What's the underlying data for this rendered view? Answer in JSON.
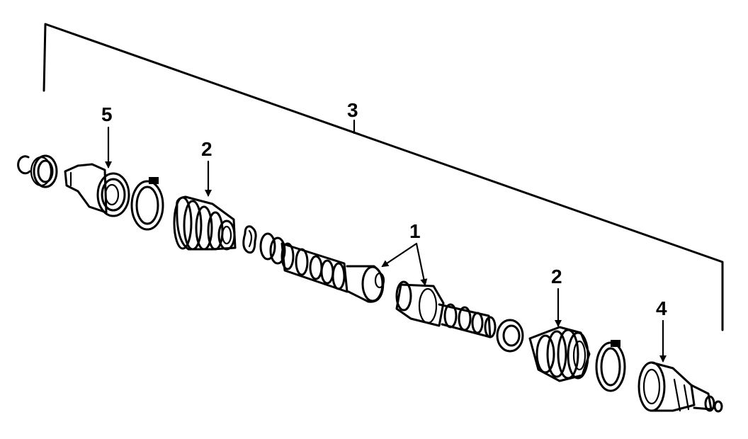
{
  "diagram": {
    "callouts": [
      {
        "id": "assembly",
        "label": "3"
      },
      {
        "id": "outer-joint-inner",
        "label": "5"
      },
      {
        "id": "boot-left",
        "label": "2"
      },
      {
        "id": "shaft-joints",
        "label": "1"
      },
      {
        "id": "boot-right",
        "label": "2"
      },
      {
        "id": "outer-joint-outer",
        "label": "4"
      }
    ],
    "colors": {
      "ink": "#000000",
      "background": "#ffffff"
    }
  }
}
